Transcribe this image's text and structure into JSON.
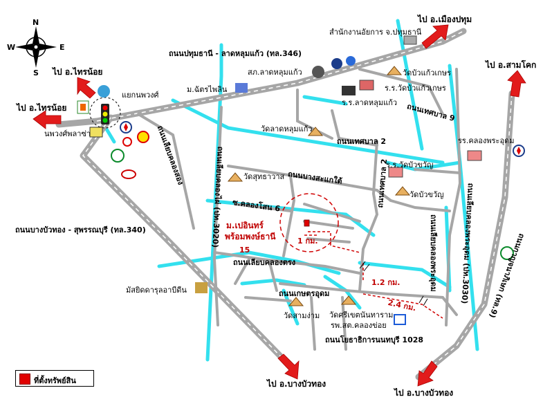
{
  "compass": {
    "n": "N",
    "s": "S",
    "e": "E",
    "w": "W"
  },
  "roads": {
    "pathum_lat": "ถนนปทุมธานี - ลาดหลุมแก้ว (ทล.346)",
    "bangbuathong": "ถนนบางบัวทอง - สุพรรณบุรี (ทล.340)",
    "thesaban2": "ถนนเทศบาล 2",
    "thesaban9": "ถนนเทศบาล 9",
    "bangsakae": "ถนนบางสะแกใต้",
    "khlongtrong": "ถนนเลียบคลองตรง",
    "kaset": "ถนนเกษตรอุดม",
    "yotha": "ถนนโยธาธิการนนทบุรี 1028",
    "pl3020": "ถนนเลียบคลองไผ่ (ปท.3020)",
    "pl3030": "ถนนเลียบคลองพระอุดม (ปท.3030)",
    "soi6": "ซ.คลองโสน 6",
    "khlongsong": "ถนนเลียบคลองสอง",
    "bangbuathong_cross": "ถนนเลียบคลองพระอุดม",
    "kanchana": "ถนนกาญจนาภิเษก (ทล.9)"
  },
  "places": {
    "land_office": "สำนักงานอัยการ จ.ปทุมธานี",
    "lat_police": "สภ.ลาดหลุมแก้ว",
    "mandarin": "ม.ฉัตรไพลิน",
    "intersection": "แยกนพวงศ์",
    "noppawong_plaza": "นพวงศ์พลาซ่า",
    "wat_bua": "วัดบัวแก้วเกษร",
    "school_bua": "ร.ร.วัดบัวแก้วเกษร",
    "school_lat": "ร.ร.ลาดหลุมแก้ว",
    "wat_lat": "วัดลาดหลุมแก้ว",
    "school_phra": "รร.คลองพระอุดม",
    "school_khwan": "ร.ร.วัดบัวขวัญ",
    "wat_khwan": "วัดบัวขวัญ",
    "wat_sutha": "วัดสุทธาวาส",
    "village": "ม.เปอินทร์",
    "village2": "พร้อมพงษ์ธานี",
    "mosque": "มัสยิดดารุลอาบีดีน",
    "wat_sam": "วัดสามง่าม",
    "wat_sri": "วัดศรีเขตนันทาราม",
    "hospital": "รพ.สต.คลองข่อย",
    "num15": "15"
  },
  "distances": {
    "d1": "1 กม.",
    "d2": "1.2 กม.",
    "d3": "2.4 กม."
  },
  "destinations": {
    "muang_pathum": "ไป อ.เมืองปทุม",
    "sai_noi_1": "ไป อ.ไทรน้อย",
    "sai_noi_2": "ไป อ.ไทรน้อย",
    "sam_khok": "ไป อ.สามโคก",
    "bangbuathong_1": "ไป อ.บางบัวทอง",
    "bangbuathong_2": "ไป อ.บางบัวทอง"
  },
  "icons": {
    "traffic_light": "traffic-light-icon",
    "gas_station": "gas-station-icon",
    "temple": "temple-icon",
    "school": "school-icon",
    "hospital": "hospital-icon",
    "mosque": "mosque-icon",
    "property": "property-marker-icon"
  },
  "legend": {
    "label": "ที่ตั้งทรัพย์สิน"
  },
  "colors": {
    "road": "#a6a6a6",
    "canal": "#33e0ee",
    "arrow": "#e21b1b",
    "property": "#e00000"
  }
}
